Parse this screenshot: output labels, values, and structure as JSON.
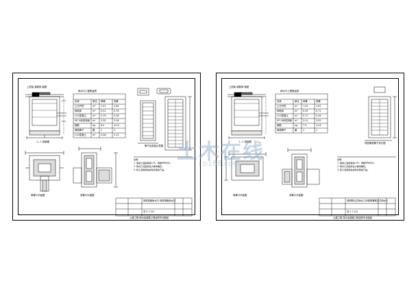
{
  "watermark": {
    "text": "土木在线",
    "url": "co188.com"
  },
  "sheets": [
    {
      "label_plan_left": "单箅口平面图",
      "label_plan_right": "双箅口平面图",
      "label_section": "1—1 剖面图",
      "label_grate": "箅子及安装示意图",
      "title": "砖砌双箅雨水口 砖砌单箅雨水口",
      "drawing_no": "苏 S 7-2/3",
      "bottom_note": "土建工程 排水及道路工程结构专业图纸",
      "notes": [
        "说明：",
        "1. 混凝土强度等级C25，钢筋HPB300。",
        "2. 雨水口深度按设计要求确定。",
        "3. 箅子选用铸铁或球墨铸铁产品。"
      ],
      "mat_table_title": "雨水口工程数量表",
      "mat_table": [
        [
          "名称",
          "单位",
          "单箅",
          "双箅"
        ],
        [
          "土方开挖",
          "m³",
          "1.97",
          "2.85"
        ],
        [
          "砖砌体",
          "m³",
          "0.51",
          "0.78"
        ],
        [
          "C25混凝土",
          "m³",
          "0.19",
          "0.28"
        ],
        [
          "M7.5砂浆抹面",
          "m²",
          "2.35",
          "3.16"
        ],
        [
          "钢筋",
          "kg",
          "8.4",
          "12.6"
        ],
        [
          "铸铁箅子",
          "套",
          "1",
          "2"
        ],
        [
          "C15混凝土",
          "m³",
          "0.08",
          "0.12"
        ]
      ]
    },
    {
      "label_plan_left": "单箅口平面图",
      "label_plan_right": "双箅口平面图",
      "label_section": "1—1 剖面图",
      "label_grate": "球墨铸铁箅子设计图",
      "title": "砖砌联合式雨水口 砖砌单箅联合式雨水口",
      "drawing_no": "苏 S 7-2/4",
      "bottom_note": "土建工程 排水及道路工程结构专业图纸",
      "notes": [
        "说明：",
        "1. 混凝土强度等级C25，钢筋HPB300。",
        "2. 雨水口深度按设计要求确定。",
        "3. 箅子选用铸铁或球墨铸铁产品。"
      ],
      "mat_table_title": "雨水口工程数量表",
      "mat_table": [
        [
          "名称",
          "单位",
          "单箅",
          "双箅"
        ],
        [
          "土方开挖",
          "m³",
          "1.92",
          "2.61"
        ],
        [
          "砖砌体",
          "m³",
          "0.49",
          "0.71"
        ],
        [
          "C25混凝土",
          "m³",
          "0.17",
          "0.26"
        ],
        [
          "M7.5砂浆抹面",
          "m²",
          "2.21",
          "3.02"
        ],
        [
          "钢筋",
          "kg",
          "7.9",
          "11.8"
        ],
        [
          "铸铁箅子",
          "套",
          "1",
          "2"
        ]
      ]
    }
  ]
}
